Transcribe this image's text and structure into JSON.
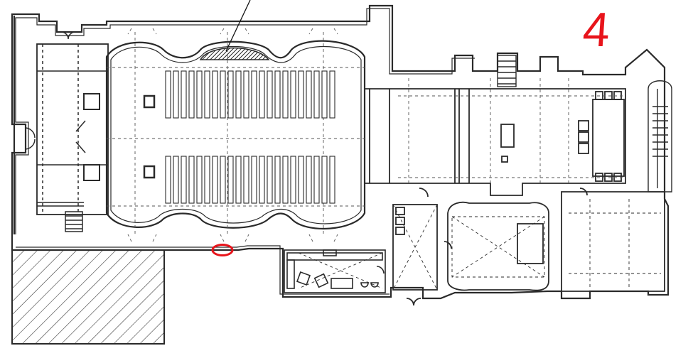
{
  "plan": {
    "type": "architectural floor plan",
    "annotation_number": "4",
    "annotation_color": "#e8141b",
    "wall_color": "#2a2a2a",
    "background_color": "#ffffff",
    "hatch_color": "#3a3a3a",
    "marker_shape": "red-ellipse",
    "pointer_line": "black-leader-line"
  }
}
